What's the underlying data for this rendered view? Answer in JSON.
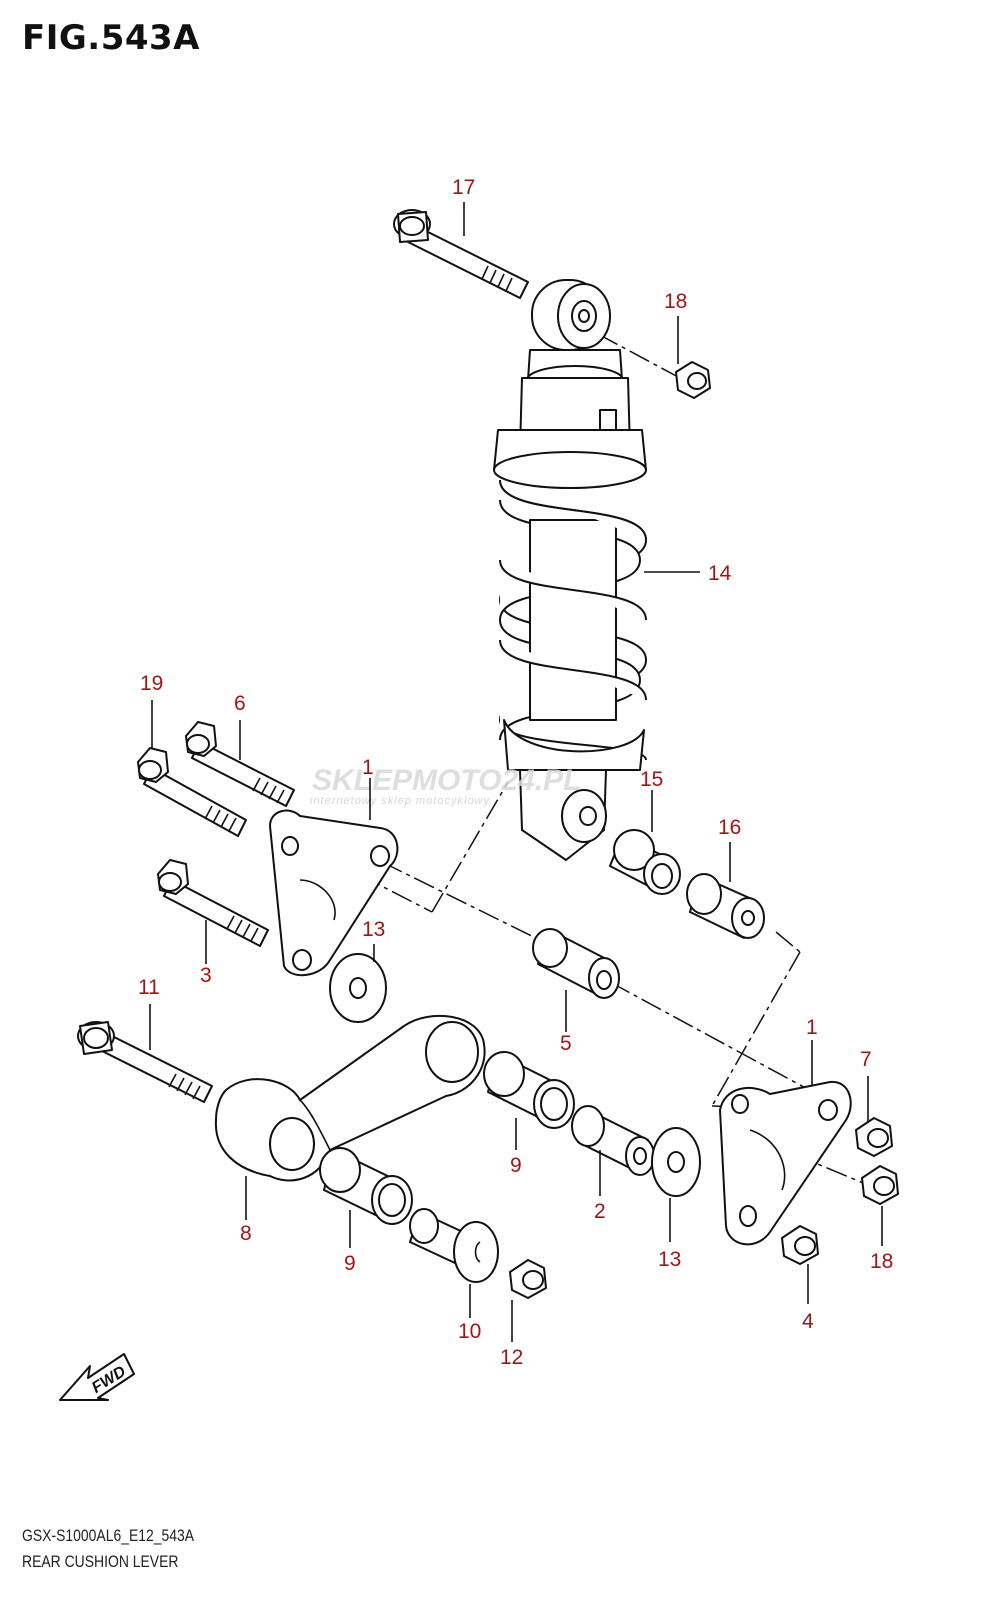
{
  "figure": {
    "title": "FIG.543A",
    "code": "GSX-S1000AL6_E12_543A",
    "name": "REAR CUSHION LEVER"
  },
  "watermark": {
    "main": "SKLEPMOTO24.PL",
    "sub": "internetowy sklep motocyklowy",
    "colors": {
      "gray": "#d9d9d9",
      "red": "#e8b4b4"
    }
  },
  "fwd_marker": {
    "label": "FWD",
    "icon": "forward-arrow-icon"
  },
  "callouts": [
    {
      "id": "c17a",
      "label": "17"
    },
    {
      "id": "c18a",
      "label": "18"
    },
    {
      "id": "c14",
      "label": "14"
    },
    {
      "id": "c19",
      "label": "19"
    },
    {
      "id": "c6",
      "label": "6"
    },
    {
      "id": "c1a",
      "label": "1"
    },
    {
      "id": "c15",
      "label": "15"
    },
    {
      "id": "c16",
      "label": "16"
    },
    {
      "id": "c13a",
      "label": "13"
    },
    {
      "id": "c3",
      "label": "3"
    },
    {
      "id": "c11",
      "label": "11"
    },
    {
      "id": "c5",
      "label": "5"
    },
    {
      "id": "c1b",
      "label": "1"
    },
    {
      "id": "c7",
      "label": "7"
    },
    {
      "id": "c9a",
      "label": "9"
    },
    {
      "id": "c8",
      "label": "8"
    },
    {
      "id": "c2",
      "label": "2"
    },
    {
      "id": "c13b",
      "label": "13"
    },
    {
      "id": "c18b",
      "label": "18"
    },
    {
      "id": "c9b",
      "label": "9"
    },
    {
      "id": "c4",
      "label": "4"
    },
    {
      "id": "c10",
      "label": "10"
    },
    {
      "id": "c12",
      "label": "12"
    }
  ],
  "colors": {
    "callout": "#a31515",
    "line": "#111111"
  }
}
